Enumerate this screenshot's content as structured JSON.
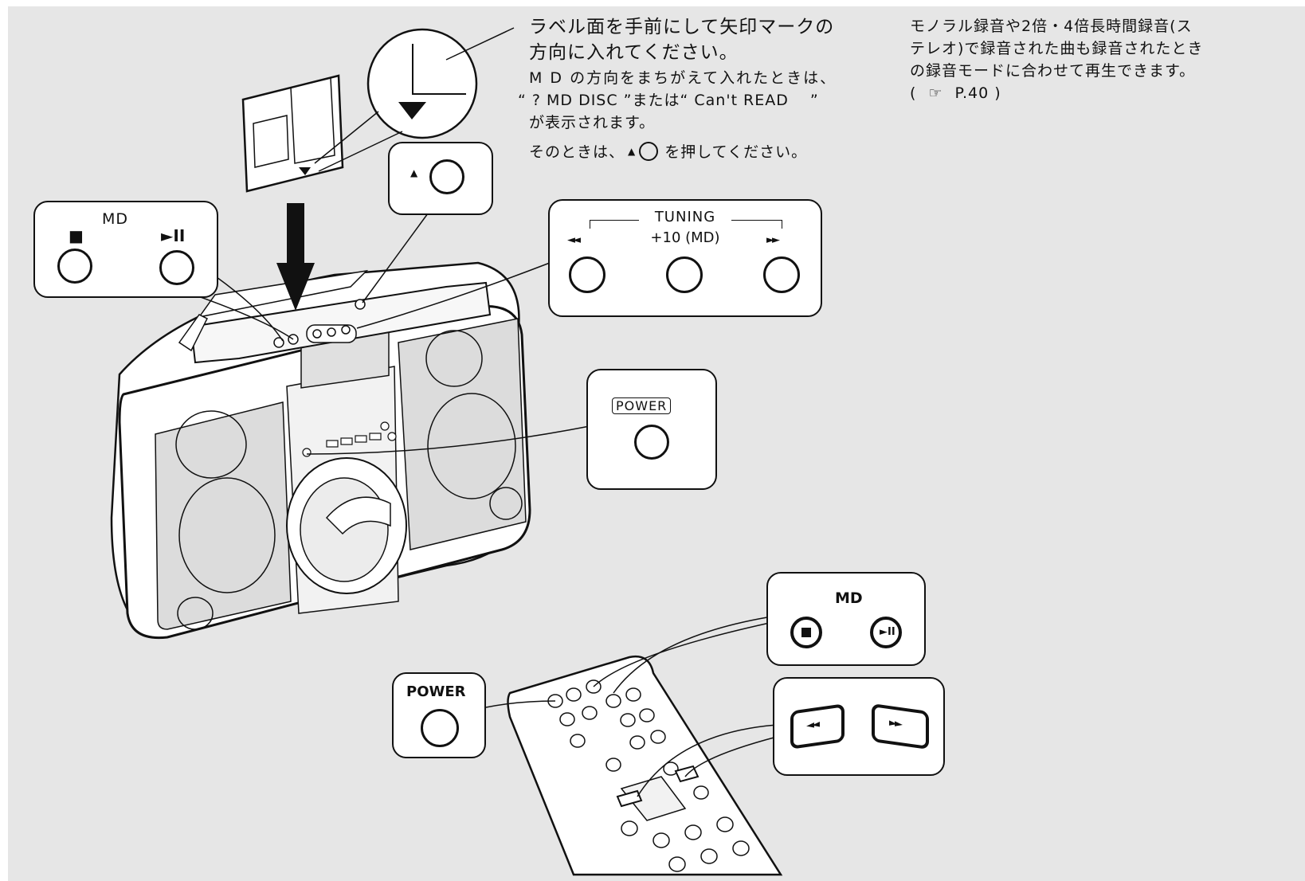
{
  "instructions": {
    "line1": "ラベル面を手前にして矢印マークの",
    "line2": "方向に入れてください。",
    "wrong1": "M D の方向をまちがえて入れたときは、",
    "wrong2": "“ ? MD DISC ”または“ Can't READ　 ”",
    "wrong3": "が表示されます。",
    "eject_pre": "そのときは、",
    "eject_post": "を押してください。"
  },
  "side_note": {
    "line1": "モノラル録音や2倍・4倍長時間録音(ス",
    "line2": "テレオ)で録音された曲も録音されたとき",
    "line3": "の録音モードに合わせて再生できます。",
    "ref_open": "(",
    "ref_page": "P.40",
    "ref_close": ")"
  },
  "callouts": {
    "md_main": {
      "title": "MD",
      "stop_symbol": "■",
      "play_symbol": "►II"
    },
    "eject": {
      "symbol": "▲"
    },
    "tuning": {
      "title": "TUNING",
      "sub": "+10 (MD)",
      "prev_symbol": "◄◄",
      "next_symbol": "►►"
    },
    "power_main": {
      "label": "POWER"
    },
    "md_remote": {
      "title": "MD"
    },
    "power_remote": {
      "label": "POWER"
    },
    "remote_skip": {}
  },
  "colors": {
    "panel_bg": "#e6e6e6",
    "speaker_grille": "#dcdcdc",
    "line": "#111111",
    "callout_bg": "#ffffff"
  }
}
